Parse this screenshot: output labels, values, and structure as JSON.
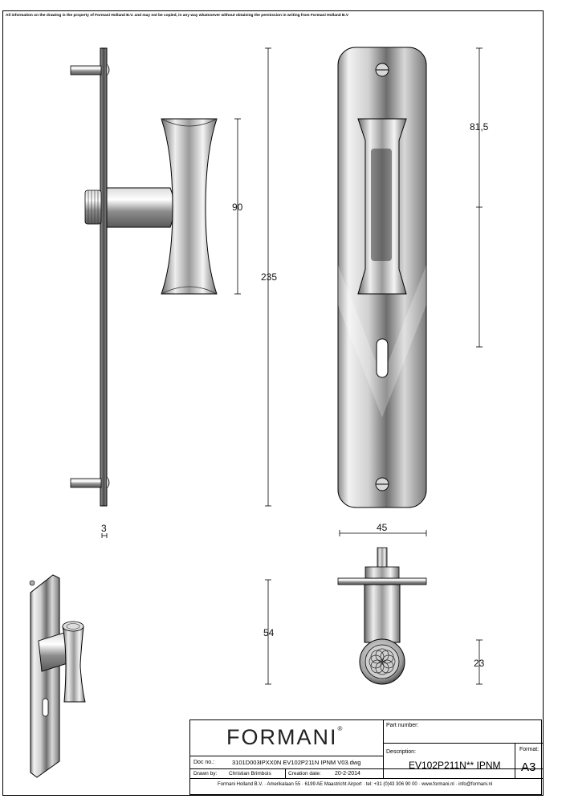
{
  "notice": "All information on the drawing is the property of Formani Holland B.V. and may not be copied, in any way whatsoever without obtaining the permission in writing from Formani Holland B.V",
  "dimensions": {
    "handle_length": "90",
    "total_height": "235",
    "top_offset": "81,5",
    "plate_thickness": "3",
    "plate_width": "45",
    "projection": "54",
    "rose_diameter": "23"
  },
  "title_block": {
    "logo": "FORMANI",
    "registered": "®",
    "part_number_label": "Part number:",
    "part_number_value": "",
    "description_label": "Description:",
    "description_value": "EV102P211N** IPNM",
    "format_label": "Format:",
    "format_value": "A3",
    "doc_no_label": "Doc no.:",
    "doc_no_value": "3101D003IPXX0N EV102P211N IPNM V03.dwg",
    "drawn_by_label": "Drawn by:",
    "drawn_by_value": "Christian Brimbois",
    "creation_date_label": "Creation date:",
    "creation_date_value": "20-2-2014",
    "footer": "Formani Holland B.V. · Amerikalaan 55 · 6199 AE Maastricht Airport · tel: +31 (0)43 306 90 00 · www.formani.nl · info@formani.nl"
  },
  "colors": {
    "line": "#000000",
    "metal_light": "#f4f4f4",
    "metal_mid": "#b8b8b8",
    "metal_dark": "#555555"
  }
}
